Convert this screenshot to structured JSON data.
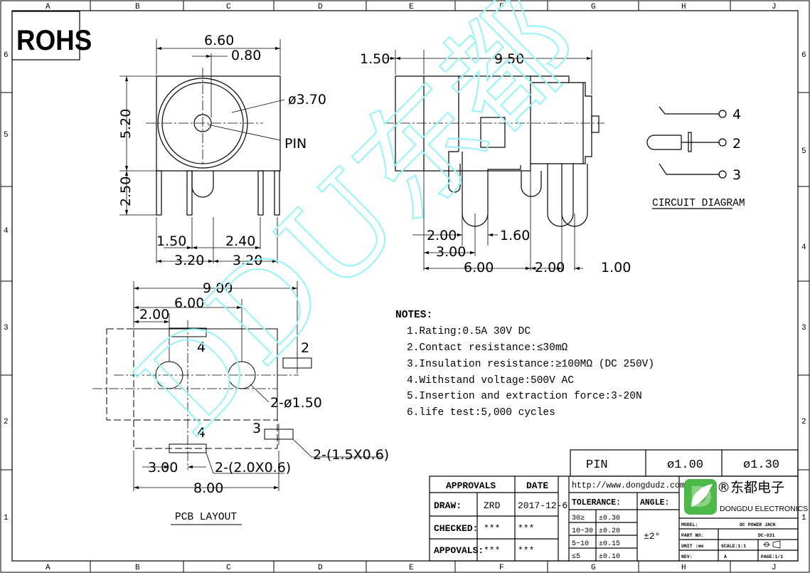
{
  "rohs": "ROHS",
  "grid": {
    "cols": [
      "A",
      "B",
      "C",
      "D",
      "E",
      "F",
      "G",
      "H",
      "J"
    ],
    "rows": [
      "6",
      "5",
      "4",
      "3",
      "2",
      "1"
    ]
  },
  "front_view": {
    "width": "6.60",
    "offset": "0.80",
    "diameter": "ø3.70",
    "pin_label": "PIN",
    "height": "5.20",
    "pin_len": "2.50",
    "d1": "1.50",
    "d2": "2.40",
    "d3": "3.20",
    "d4": "3.20"
  },
  "side_view": {
    "d_150": "1.50",
    "d_950": "9.50",
    "d_200": "2.00",
    "d_160": "1.60",
    "d_300": "3.00",
    "d_600": "6.00",
    "d_200b": "2.00",
    "d_100": "1.00"
  },
  "circuit": {
    "label": "CIRCUIT DIAGRAM",
    "pins": [
      "4",
      "2",
      "3"
    ]
  },
  "pcb": {
    "label": "PCB LAYOUT",
    "d_900": "9.00",
    "d_600": "6.00",
    "d_200": "2.00",
    "hole": "2-ø1.50",
    "pad1": "2-(1.5X0.6)",
    "pad2": "2-(2.0X0.6)",
    "d_300": "3.00",
    "d_800": "8.00",
    "pads": [
      "4",
      "2",
      "4",
      "3"
    ]
  },
  "notes": {
    "title": "NOTES:",
    "items": [
      "1.Rating:0.5A 30V DC",
      "2.Contact resistance:≤30mΩ",
      "3.Insulation resistance:≥100MΩ (DC 250V)",
      "4.Withstand voltage:500V AC",
      "5.Insertion and extraction force:3-20N",
      "6.life test:5,000 cycles"
    ]
  },
  "watermark": "DDU东都",
  "pin_table": {
    "label": "PIN",
    "v1": "ø1.00",
    "v2": "ø1.30"
  },
  "title_block": {
    "approvals": "APPROVALS",
    "date": "DATE",
    "draw": "DRAW:",
    "draw_by": "ZRD",
    "draw_date": "2017-12-6",
    "checked": "CHECKED:",
    "checked_by": "***",
    "checked_date": "***",
    "appvals": "APPOVALS:",
    "appvals_by": "***",
    "appvals_date": "***",
    "url": "http://www.dongdudz.com",
    "tolerance": "TOLERANCE:",
    "angle": "ANGLE:",
    "angle_val": "±2°",
    "tol_rows": [
      [
        "30≥",
        "±0.30"
      ],
      [
        "10~30",
        "±0.20"
      ],
      [
        "5~10",
        "±0.15"
      ],
      [
        "≤5",
        "±0.10"
      ]
    ],
    "company_cn": "®东都电子",
    "company_en": "DONGDU ELECTRONICS",
    "model_k": "MODEL:",
    "model_v": "DC POWER JACK",
    "part_k": "PART NO:",
    "part_v": "DC-031",
    "unit_k": "UNIT :mm",
    "scale_k": "SCALE:1:1",
    "rev_k": "REV:",
    "rev_v": "A",
    "page_k": "PAGE:1/1"
  }
}
